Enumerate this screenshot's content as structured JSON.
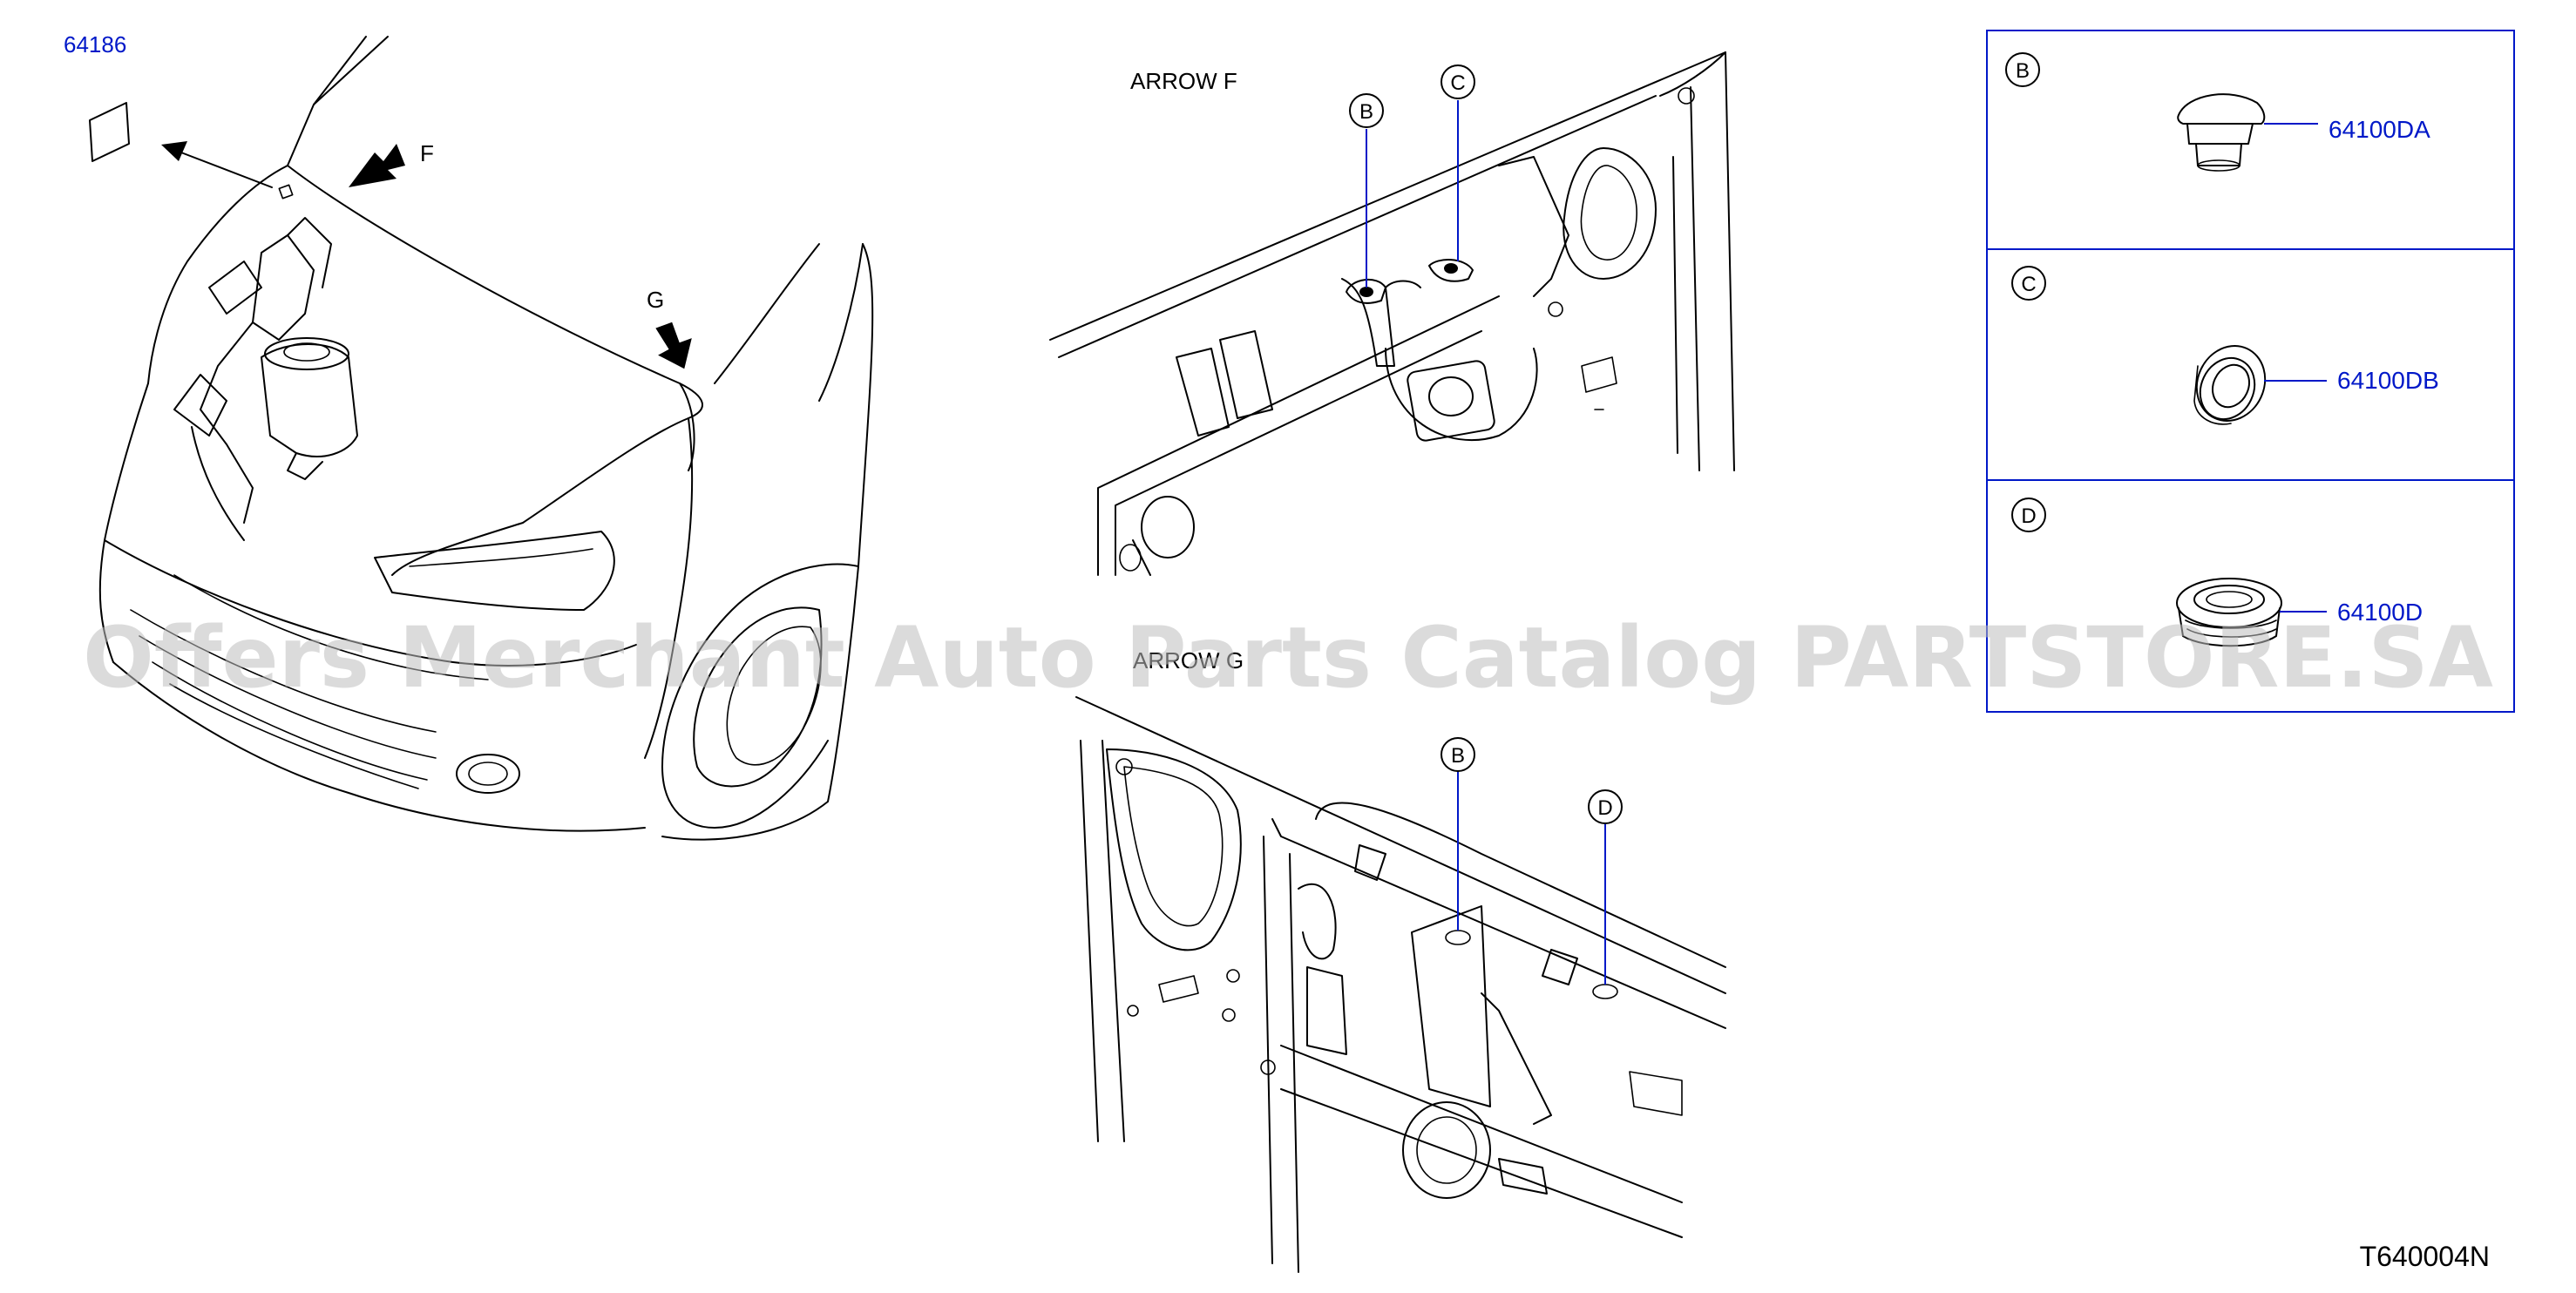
{
  "diagram": {
    "code": "T640004N",
    "watermark": "Offers Merchant Auto Parts Catalog PARTSTORE.SA",
    "views": {
      "arrow_f": {
        "title": "ARROW   F"
      },
      "arrow_g": {
        "title": "ARROW   G"
      }
    },
    "arrows": {
      "f": "F",
      "g": "G"
    },
    "callouts": {
      "b": "B",
      "c": "C",
      "d": "D"
    },
    "parts": {
      "label": "64186",
      "grommet_b": "64100DA",
      "grommet_c": "64100DB",
      "grommet_d": "64100D"
    },
    "legend_panels": [
      {
        "letter": "B",
        "part": "64100DA"
      },
      {
        "letter": "C",
        "part": "64100DB"
      },
      {
        "letter": "D",
        "part": "64100D"
      }
    ],
    "colors": {
      "part_number": "#0018c8",
      "frame": "#0018c8",
      "line": "#000000",
      "watermark": "#bdbdbd"
    }
  }
}
